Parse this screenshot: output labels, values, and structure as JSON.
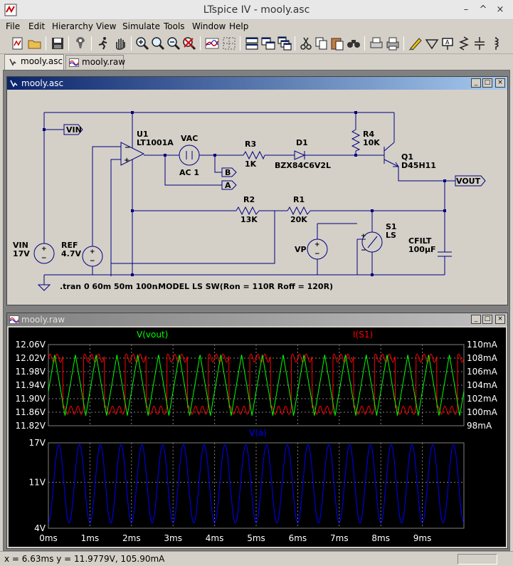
{
  "window": {
    "title": "LTspice IV - mooly.asc",
    "minimize": "–",
    "maximize": "^",
    "close": "×"
  },
  "menu": [
    "File",
    "Edit",
    "Hierarchy",
    "View",
    "Simulate",
    "Tools",
    "Window",
    "Help"
  ],
  "toolbar": {
    "icons": [
      "new-schematic-icon",
      "open-icon",
      "save-icon",
      "control-panel-icon",
      "run-icon",
      "halt-icon",
      "zoom-in-icon",
      "pan-icon",
      "zoom-out-icon",
      "zoom-cancel-icon",
      "autorange-icon",
      "view-grid-icon",
      "tile-horizontal-icon",
      "tile-vertical-icon",
      "cascade-icon",
      "cut-icon",
      "copy-icon",
      "paste-icon",
      "find-icon",
      "print-setup-icon",
      "print-icon",
      "draw-wire-icon",
      "ground-icon",
      "label-net-icon",
      "resistor-icon",
      "capacitor-icon",
      "inductor-icon"
    ]
  },
  "tabs": [
    {
      "label": "mooly.asc",
      "icon": "schematic-icon",
      "active": true
    },
    {
      "label": "mooly.raw",
      "icon": "waveform-icon",
      "active": false
    }
  ],
  "schematic": {
    "title": "mooly.asc",
    "components": {
      "u1_ref": "U1",
      "u1_val": "LT1001A",
      "vac_ref": "VAC",
      "vac_val": "AC 1",
      "r3_ref": "R3",
      "r3_val": "1K",
      "d1_ref": "D1",
      "d1_val": "BZX84C6V2L",
      "r4_ref": "R4",
      "r4_val": "10K",
      "q1_ref": "Q1",
      "q1_val": "D45H11",
      "r2_ref": "R2",
      "r2_val": "13K",
      "r1_ref": "R1",
      "r1_val": "20K",
      "s1_ref": "S1",
      "s1_val": "LS",
      "vp_ref": "VP",
      "cfilt_ref": "CFILT",
      "cfilt_val": "100µF",
      "vin_ref": "VIN",
      "vin_val": "17V",
      "ref_ref": "REF",
      "ref_val": "4.7V"
    },
    "labels": {
      "vin": "VIN",
      "vout": "VOUT",
      "b": "B",
      "a": "A"
    },
    "directives": {
      "tran": ".tran 0 60m 50m 100n",
      "model": ".MODEL LS SW(Ron = 110R Roff = 120R)"
    }
  },
  "waveform": {
    "title": "mooly.raw",
    "top_pane": {
      "left_trace": "V(vout)",
      "left_color": "#00ff00",
      "right_trace": "I(S1)",
      "right_color": "#ff0000",
      "left_ticks": [
        "12.06V",
        "12.02V",
        "11.98V",
        "11.94V",
        "11.90V",
        "11.86V",
        "11.82V"
      ],
      "right_ticks": [
        "110mA",
        "108mA",
        "106mA",
        "104mA",
        "102mA",
        "100mA",
        "98mA"
      ]
    },
    "bottom_pane": {
      "trace": "V(a)",
      "color": "#0000ff",
      "ticks": [
        "17V",
        "11V",
        "4V"
      ]
    },
    "x_ticks": [
      "0ms",
      "1ms",
      "2ms",
      "3ms",
      "4ms",
      "5ms",
      "6ms",
      "7ms",
      "8ms",
      "9ms"
    ]
  },
  "chart_data": [
    {
      "type": "line",
      "series": [
        {
          "name": "V(vout)",
          "period_ms": 0.5,
          "min": 11.85,
          "max": 12.03,
          "axis": "left"
        },
        {
          "name": "I(S1)",
          "period_ms": 1.0,
          "min": 99.8,
          "max": 108.6,
          "axis": "right"
        }
      ],
      "xlabel": "",
      "xlim": [
        0,
        10
      ],
      "ylim_left": [
        11.82,
        12.06
      ],
      "ylim_right": [
        98,
        110
      ],
      "grid": true
    },
    {
      "type": "line",
      "series": [
        {
          "name": "V(a)",
          "period_ms": 0.5,
          "min": 4.8,
          "max": 16.7
        }
      ],
      "xlabel": "",
      "xlim": [
        0,
        10
      ],
      "ylim": [
        4,
        17
      ],
      "grid": true
    }
  ],
  "status": {
    "text": "x = 6.63ms    y = 11.9779V, 105.90mA"
  }
}
